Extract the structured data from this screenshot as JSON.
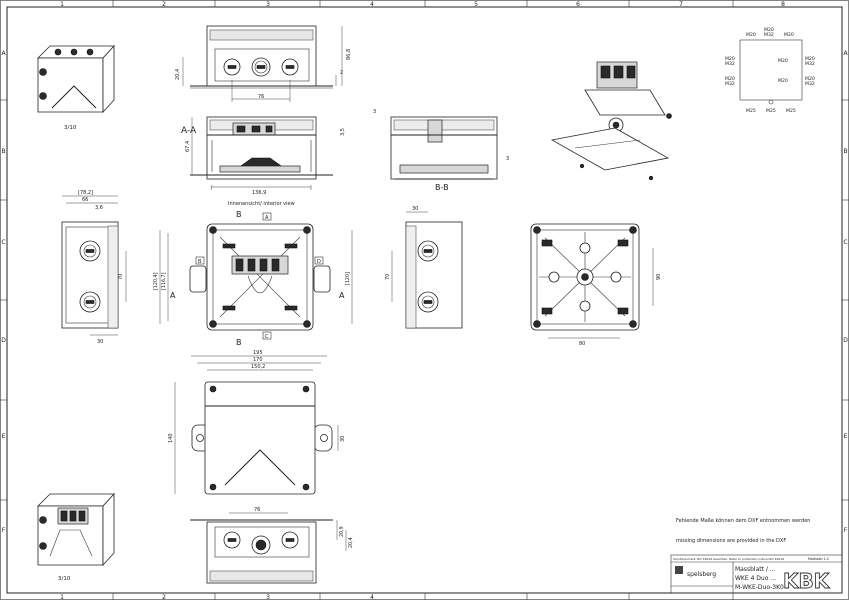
{
  "frame": {
    "columns": [
      "1",
      "2",
      "3",
      "4",
      "5",
      "6",
      "7",
      "8"
    ],
    "rows": [
      "A",
      "B",
      "C",
      "D",
      "E",
      "F"
    ]
  },
  "iso_views": {
    "scale_top": "3/10",
    "scale_bottom": "3/10"
  },
  "front_top": {
    "dim_right": "86,8",
    "dim_left": "20,4",
    "dim_bottom": "76",
    "dim_small": "2"
  },
  "section_aa": {
    "label": "A-A",
    "dim_left": "67,4",
    "dim_right": "3,5",
    "dim_bottom": "136,9"
  },
  "section_bb": {
    "label": "B-B",
    "dim_top": "3",
    "dim_right": "3"
  },
  "side_left": {
    "dim_total": "[78,2]",
    "dim_66": "66",
    "dim_3": "3,6",
    "dim_70": "70",
    "dim_30": "30"
  },
  "interior": {
    "title": "Innenansicht/ interior view",
    "marker_b": "B",
    "marker_a": "A",
    "flag_a": "A",
    "flag_b": "B",
    "flag_c": "C",
    "flag_d": "D",
    "dim_left_outer": "[120,4]",
    "dim_left_inner": "[116,7]",
    "dim_right": "[120]"
  },
  "side_right": {
    "dim_30": "30",
    "dim_70": "70"
  },
  "bottom_view": {
    "dim_80": "80",
    "dim_90": "90"
  },
  "base_view": {
    "dim_195": "195",
    "dim_170": "170",
    "dim_150": "150,2",
    "dim_left": "140",
    "dim_right": "30"
  },
  "front_bottom": {
    "dim_76": "76",
    "dim_r1": "20,9",
    "dim_r2": "20,4"
  },
  "entries": {
    "top": [
      "M20",
      "M32",
      "M20"
    ],
    "top_left_marker": "M20",
    "left_1": [
      "M20",
      "M32"
    ],
    "left_2": [
      "M20",
      "M32"
    ],
    "right_1": [
      "M20",
      "M32"
    ],
    "right_2": [
      "M20",
      "M32"
    ],
    "inner_right": "M20",
    "inner_right2": "M20",
    "bottom": [
      "M25",
      "M25",
      "M25"
    ]
  },
  "notes": {
    "de": "Fehlende Maße können dem DXF entnommen werden",
    "en": "missing dimensions are provided in the DXF"
  },
  "title_block": {
    "copyright": "Schutzvermerk ISO 16016 beachten, Refer to protection notice ISO 16016",
    "sheet": "Maßstab 1:2",
    "company": "spelsberg",
    "title1": "Massblatt / ...",
    "title2": "WKE 4 Duo ...",
    "title3": "M-WKE-Duo-3K0",
    "watermark": "KBK"
  }
}
